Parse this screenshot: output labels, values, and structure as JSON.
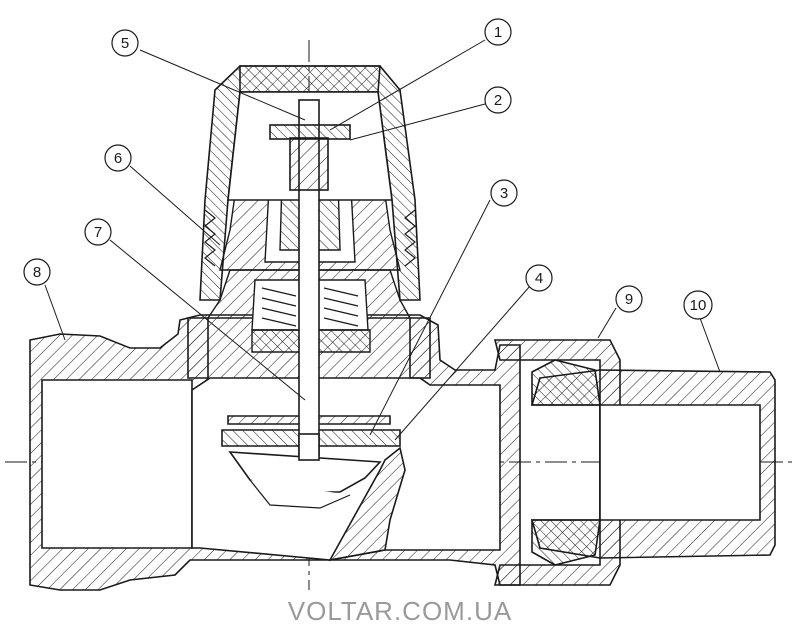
{
  "callouts": [
    {
      "label": "1"
    },
    {
      "label": "2"
    },
    {
      "label": "3"
    },
    {
      "label": "4"
    },
    {
      "label": "5"
    },
    {
      "label": "6"
    },
    {
      "label": "7"
    },
    {
      "label": "8"
    },
    {
      "label": "9"
    },
    {
      "label": "10"
    }
  ],
  "watermark": "VOLTAR.COM.UA",
  "colors": {
    "line": "#1a1a1a",
    "hatch": "#1a1a1a",
    "watermark": "#9a9a9a"
  }
}
